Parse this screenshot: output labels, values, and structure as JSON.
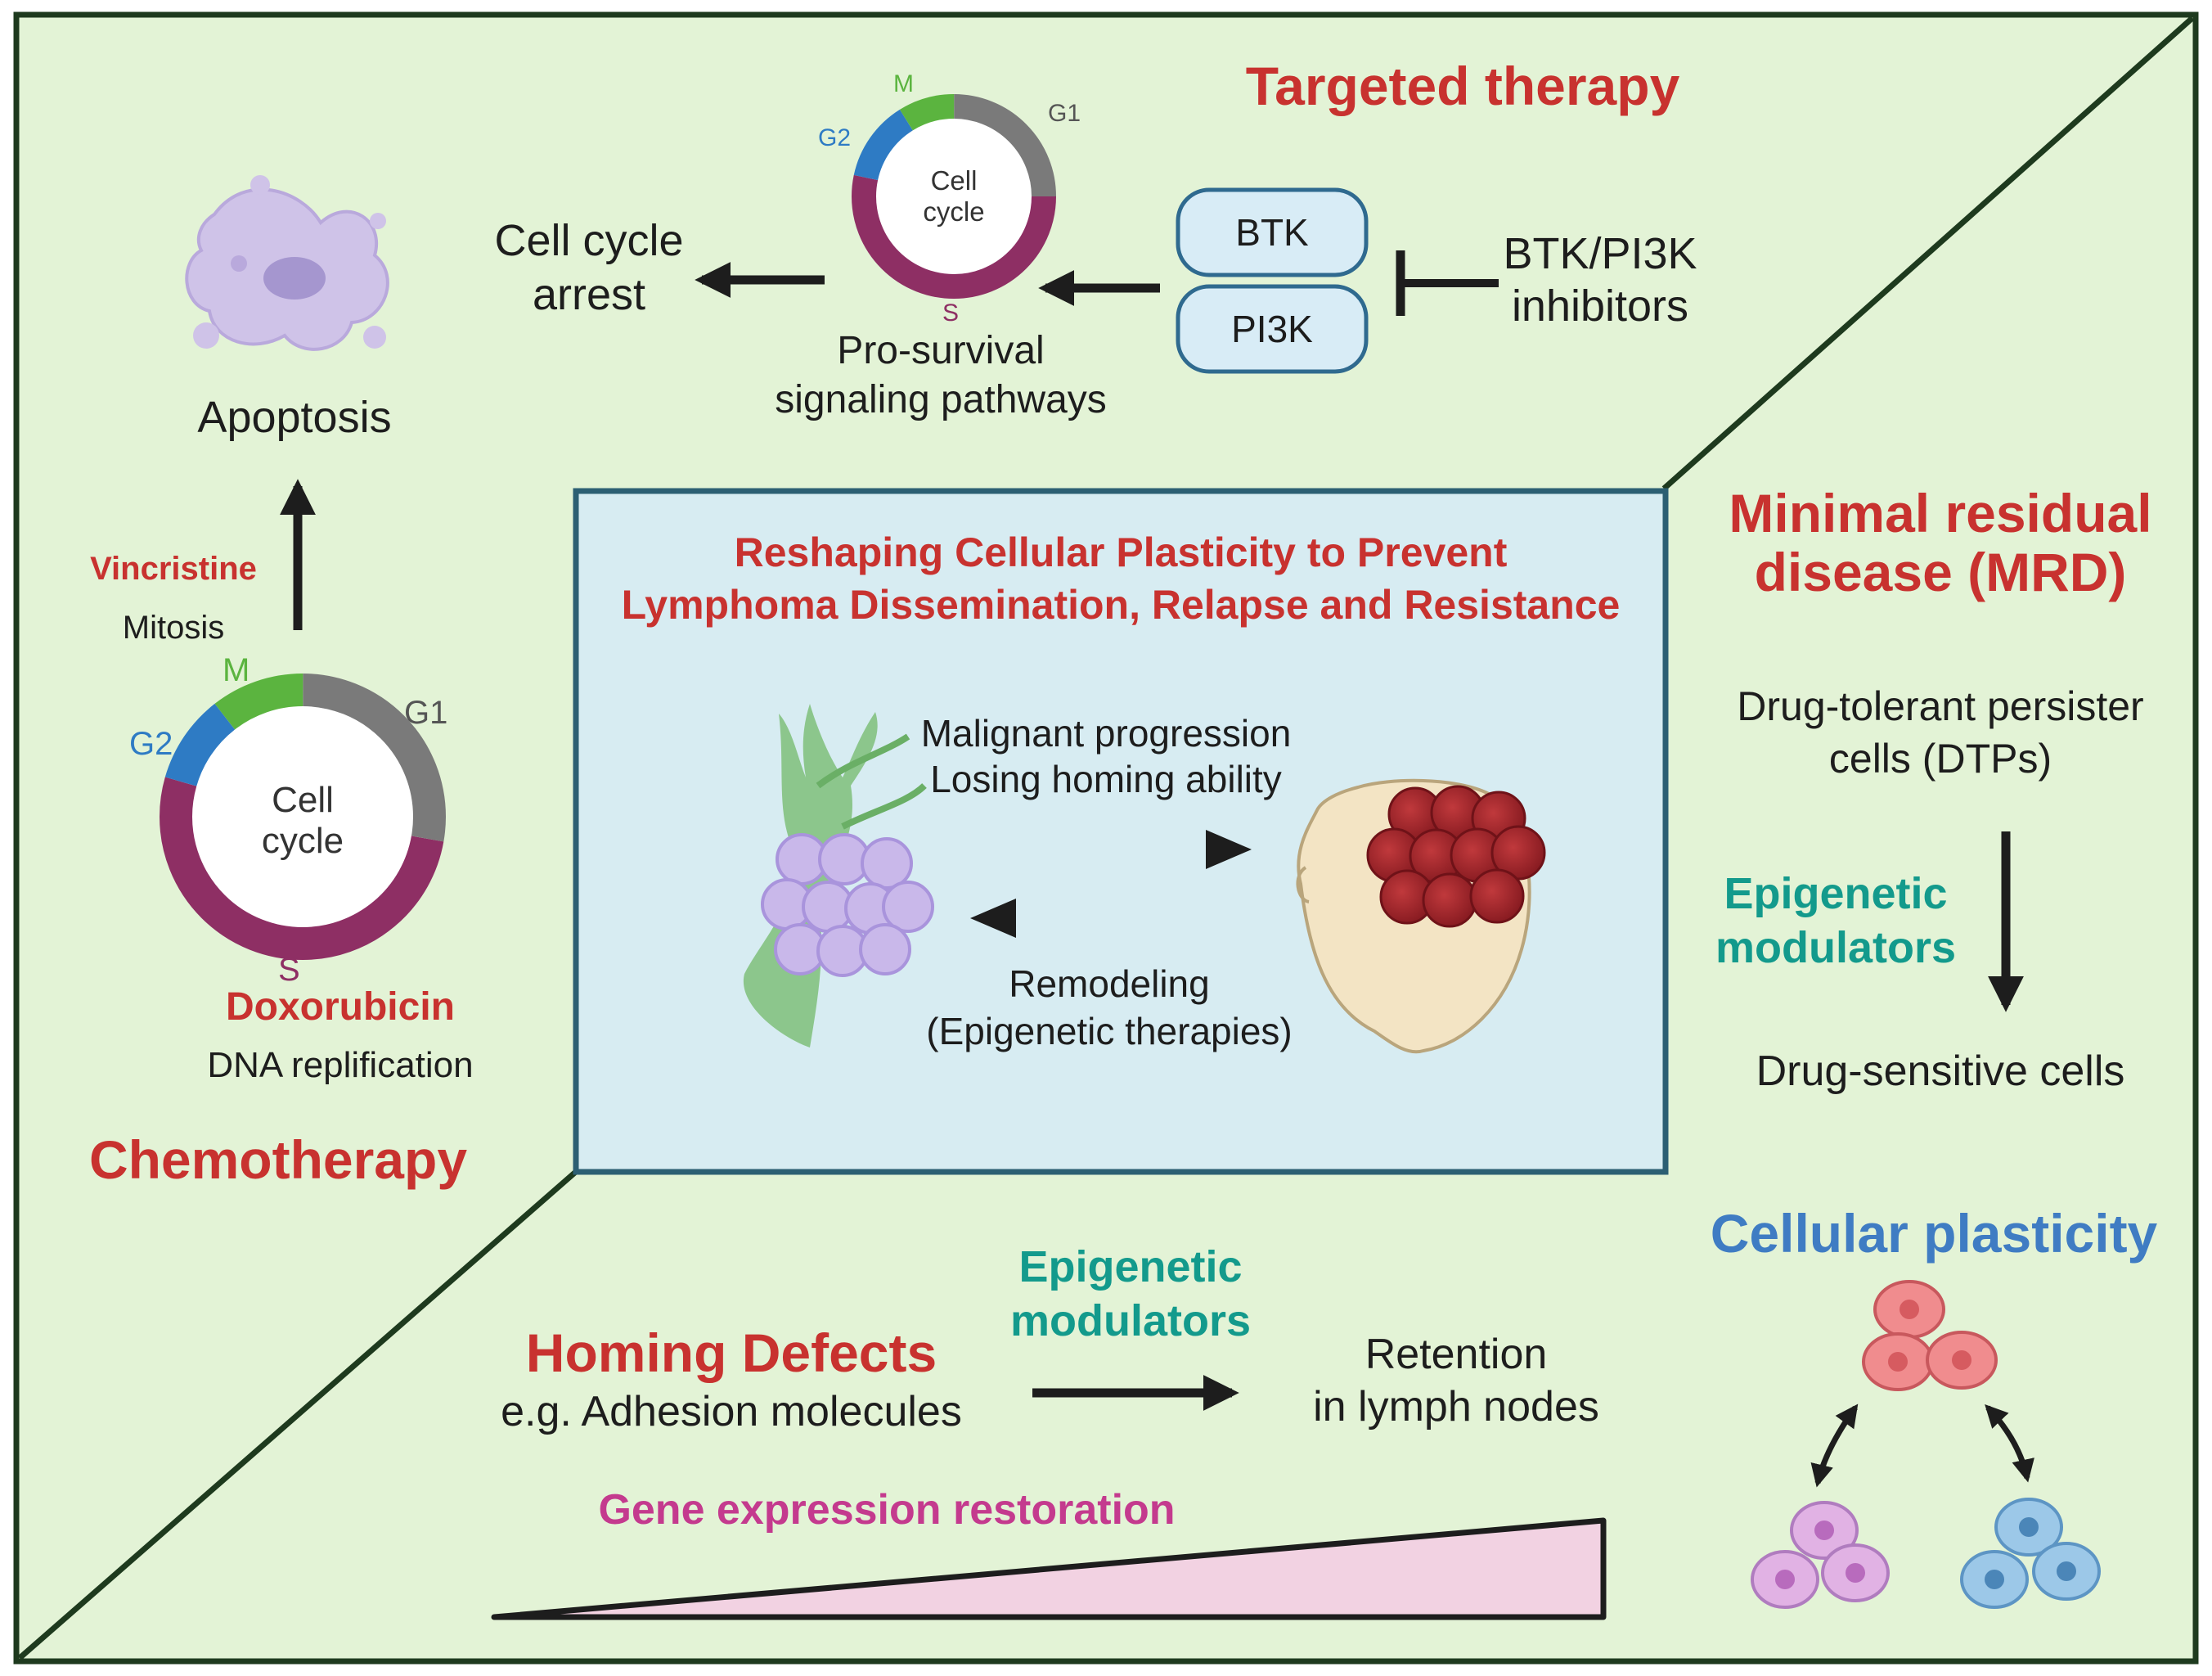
{
  "colors": {
    "background": "#e3f3d6",
    "center_box": "#d7ecf2",
    "title_red": "#c8322f",
    "teal": "#139a8c",
    "magenta": "#c43a8e",
    "blue": "#3f7cc3",
    "phase_s": "#8e2f64",
    "phase_g1": "#7a7a7a",
    "phase_g2": "#2e7bc4",
    "phase_m": "#5bb43f"
  },
  "targeted": {
    "title": "Targeted therapy",
    "cycle": {
      "center_line1": "Cell",
      "center_line2": "cycle",
      "g1": "G1",
      "g2": "G2",
      "m": "M",
      "s": "S"
    },
    "arrest_line1": "Cell cycle",
    "arrest_line2": "arrest",
    "pathway_line1": "Pro-survival",
    "pathway_line2": "signaling pathways",
    "btk": "BTK",
    "pi3k": "PI3K",
    "inhibitors_line1": "BTK/PI3K",
    "inhibitors_line2": "inhibitors"
  },
  "chemo": {
    "title": "Chemotherapy",
    "apoptosis": "Apoptosis",
    "vincristine": "Vincristine",
    "mitosis": "Mitosis",
    "cycle": {
      "center_line1": "Cell",
      "center_line2": "cycle",
      "g1": "G1",
      "g2": "G2",
      "m": "M",
      "s": "S"
    },
    "doxorubicin": "Doxorubicin",
    "dna": "DNA replification"
  },
  "center": {
    "title_line1": "Reshaping Cellular Plasticity to Prevent",
    "title_line2": "Lymphoma Dissemination, Relapse and Resistance",
    "forward_line1": "Malignant progression",
    "forward_line2": "Losing homing ability",
    "back_line1": "Remodeling",
    "back_line2": "(Epigenetic therapies)"
  },
  "mrd": {
    "title_line1": "Minimal residual",
    "title_line2": "disease (MRD)",
    "dtp_line1": "Drug-tolerant persister",
    "dtp_line2": "cells (DTPs)",
    "modulator_line1": "Epigenetic",
    "modulator_line2": "modulators",
    "sensitive": "Drug-sensitive cells"
  },
  "plasticity": {
    "title": "Cellular plasticity"
  },
  "homing": {
    "title": "Homing Defects",
    "subtitle": "e.g. Adhesion molecules",
    "modulator_line1": "Epigenetic",
    "modulator_line2": "modulators",
    "retention_line1": "Retention",
    "retention_line2": "in lymph nodes",
    "gene_expression": "Gene expression restoration"
  }
}
